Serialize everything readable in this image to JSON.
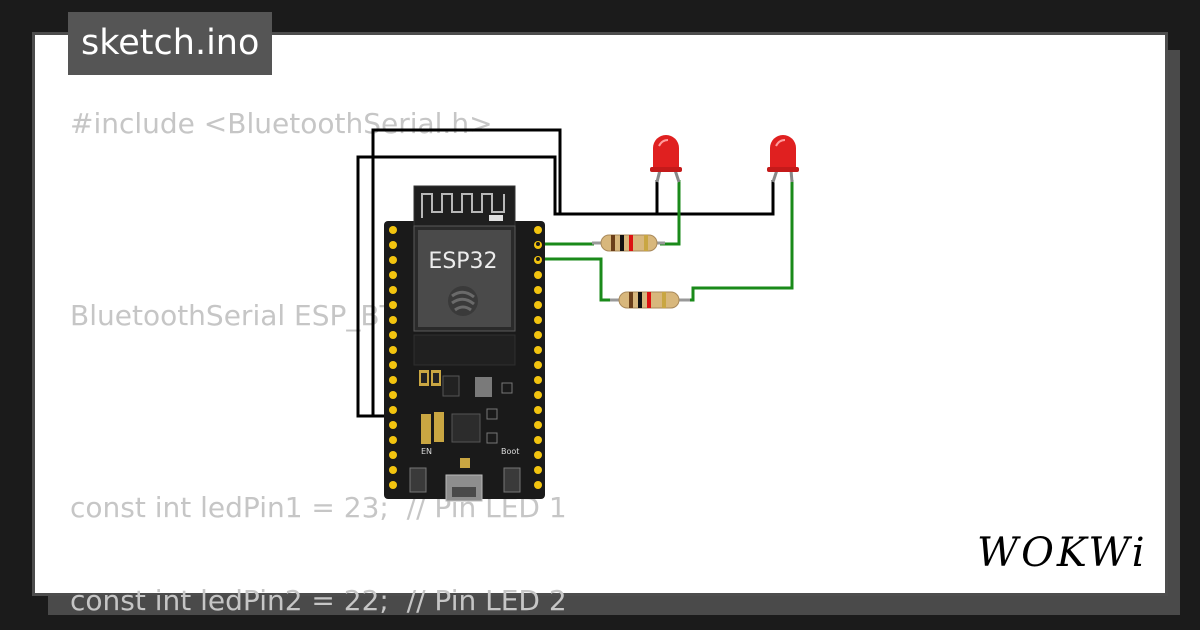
{
  "title": "sketch.ino",
  "code_lines": [
    "#include <BluetoothSerial.h>",
    "BluetoothSerial ESP_BT;",
    "const int ledPin1 = 23;  // Pin LED 1",
    "const int ledPin2 = 22;  // Pin LED 2"
  ],
  "board": {
    "label": "ESP32",
    "en_label": "EN",
    "boot_label": "Boot"
  },
  "logo_text": "WOKWi",
  "colors": {
    "background": "#1b1b1b",
    "card": "#ffffff",
    "title_tab": "#555555",
    "code_text": "#c6c6c6",
    "wire_black": "#000000",
    "wire_green": "#1a8a1a",
    "led_red": "#e02020",
    "pcb": "#1a1a1a",
    "pin_yellow": "#f2c40f"
  },
  "icons": [
    "led-icon",
    "resistor-icon",
    "esp32-chip-icon",
    "usb-port-icon",
    "wokwi-logo-icon"
  ]
}
